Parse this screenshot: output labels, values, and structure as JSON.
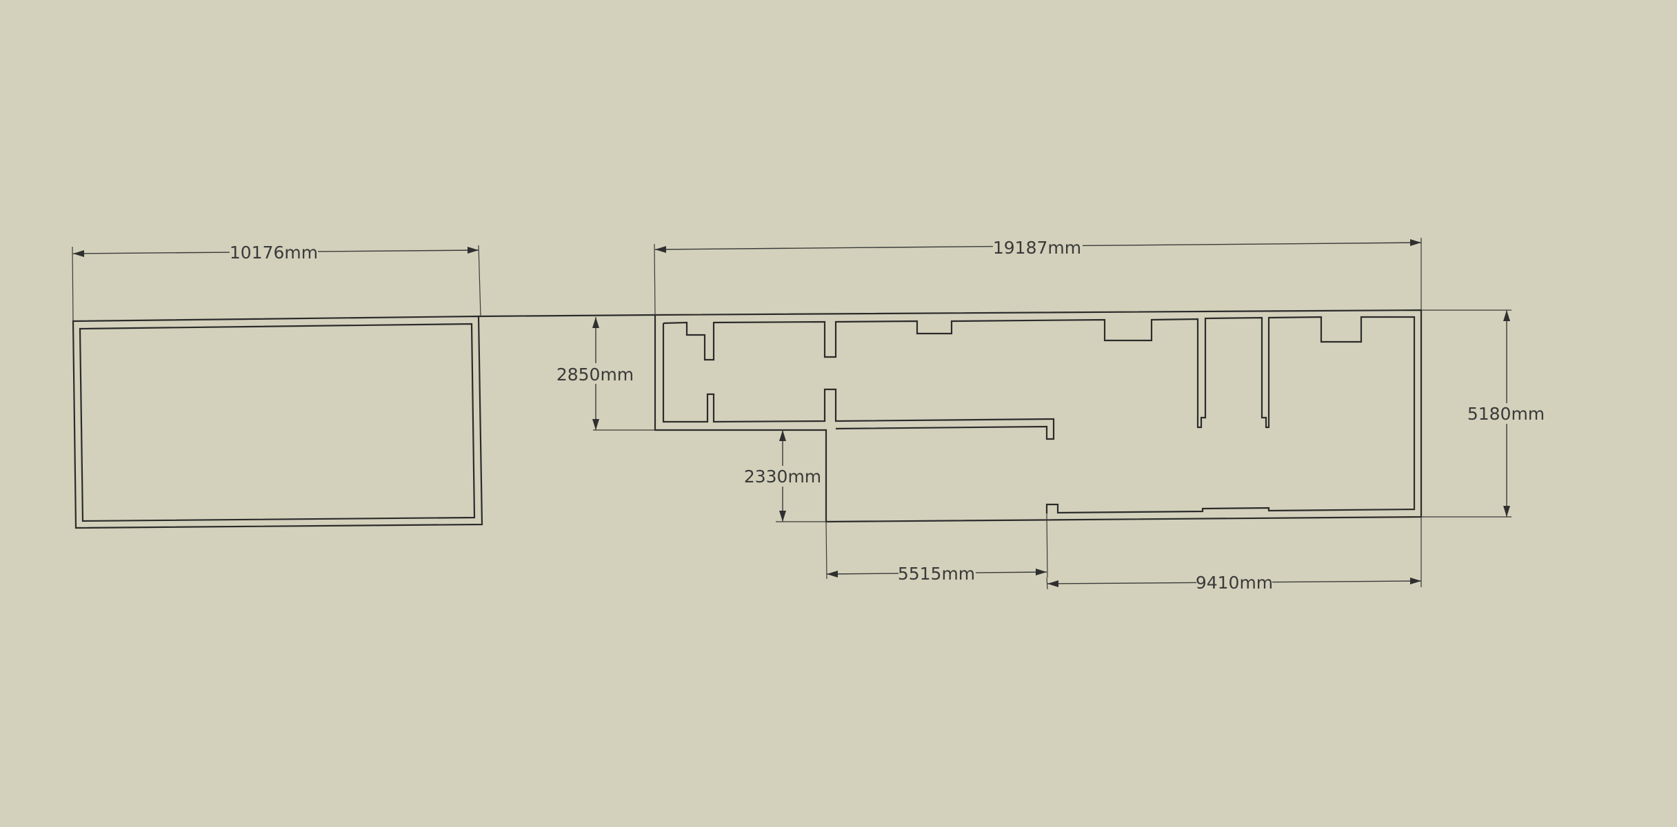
{
  "background_color": "#d3d1bb",
  "line_color": "#2b2b2b",
  "dimensions": {
    "rect_width": "10176mm",
    "overall_width": "19187mm",
    "left_depth": "2850mm",
    "right_depth": "5180mm",
    "lower_depth": "2330mm",
    "lower_left_width": "5515mm",
    "lower_right_width": "9410mm"
  }
}
